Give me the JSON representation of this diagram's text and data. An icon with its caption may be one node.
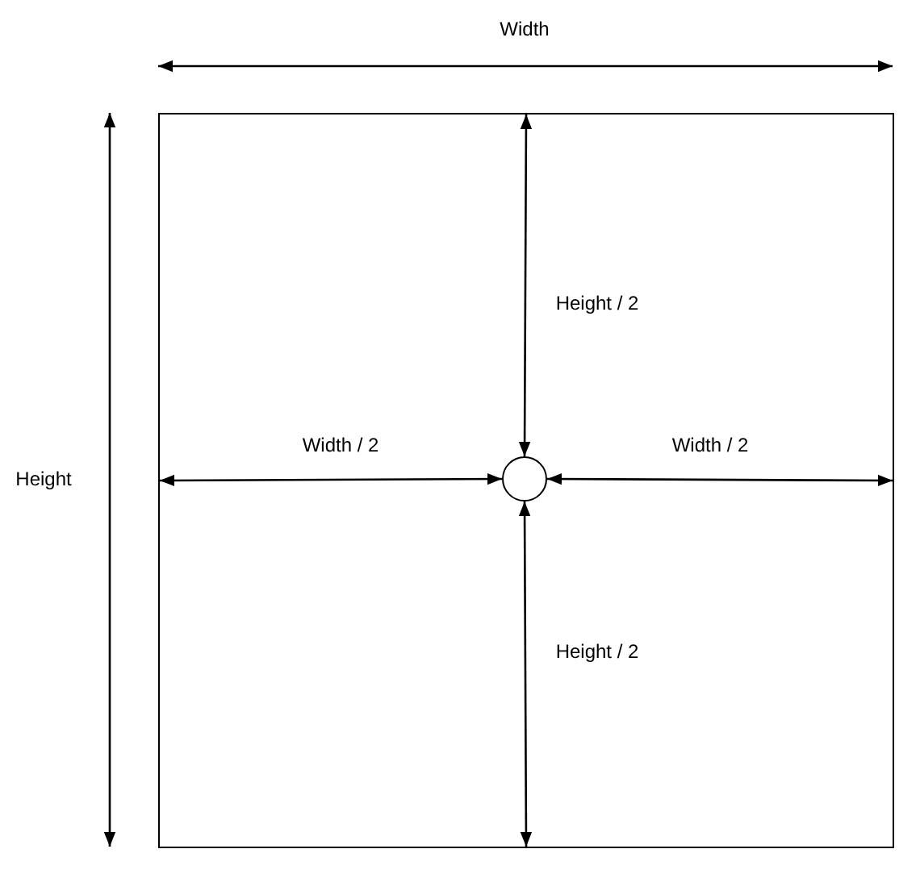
{
  "diagram": {
    "nodes": [
      {
        "text": [],
        "shape": "box"
      },
      {
        "text": [],
        "shape": "circle",
        "in": 0
      }
    ],
    "edges": [
      {
        "from": 0,
        "to": 1,
        "arrow": "both",
        "label": "Height / 2"
      },
      {
        "from": 0,
        "to": 1,
        "arrow": "both",
        "label": "Width / 2"
      },
      {
        "from": 1,
        "to": 0,
        "arrow": "both",
        "label": "Width / 2"
      },
      {
        "from": 1,
        "to": 0,
        "arrow": "both",
        "label": "Height / 2"
      }
    ],
    "labels": [
      "Width",
      "Height"
    ]
  }
}
